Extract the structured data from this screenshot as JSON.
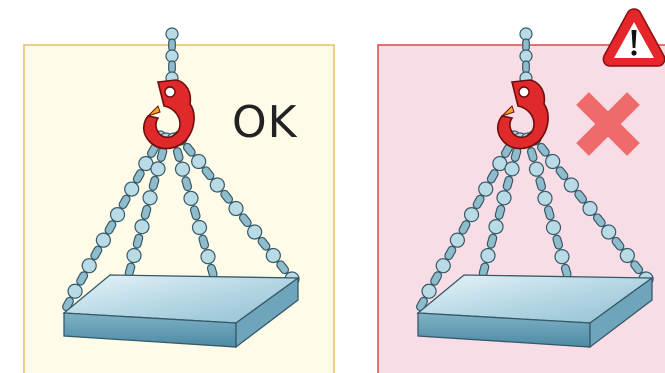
{
  "panels": [
    {
      "id": "correct",
      "status_text": "OK",
      "background": "#fffbe9",
      "border": "#e2bf63"
    },
    {
      "id": "incorrect",
      "status_text": "",
      "background": "#f9dde6",
      "border": "#e8424a"
    }
  ],
  "icons": {
    "warning": "warning-triangle-icon",
    "cross": "red-x-icon"
  },
  "colors": {
    "hook": "#e0292a",
    "chain_fill": "#b9dbe6",
    "chain_stroke": "#365968",
    "plate_top": "#cde5ef",
    "cross": "#ef6a6a"
  }
}
